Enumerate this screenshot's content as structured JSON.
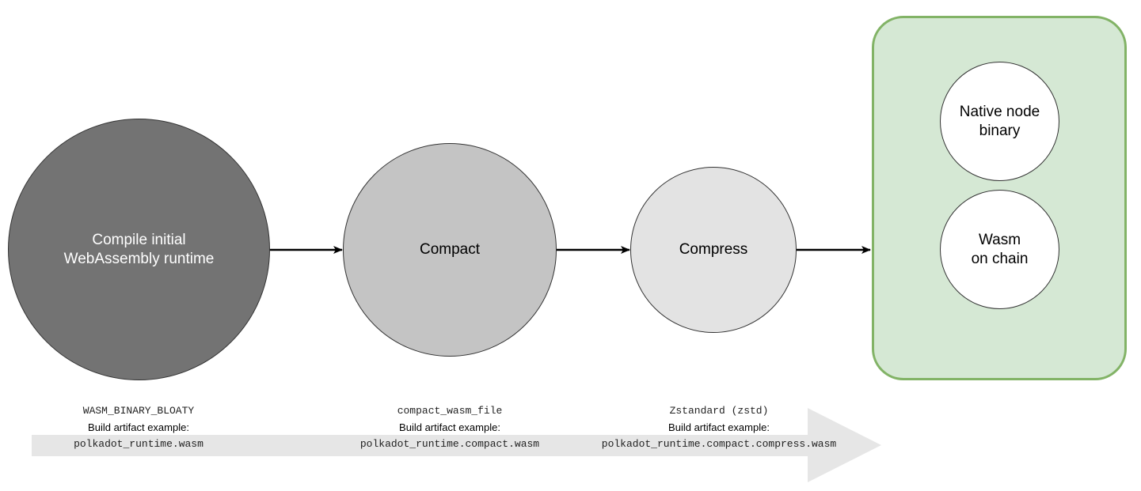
{
  "nodes": {
    "compile": {
      "label": "Compile initial\nWebAssembly runtime",
      "fill": "#737373",
      "text_color": "#ffffff"
    },
    "compact": {
      "label": "Compact",
      "fill": "#c4c4c4",
      "text_color": "#000000"
    },
    "compress": {
      "label": "Compress",
      "fill": "#e3e3e3",
      "text_color": "#000000"
    }
  },
  "targets": {
    "fill": "#d5e8d4",
    "border": "#82b366",
    "native": {
      "label": "Native node\nbinary"
    },
    "wasm": {
      "label": "Wasm\non chain"
    }
  },
  "captions": [
    {
      "key": "WASM_BINARY_BLOATY",
      "desc": "Build artifact example:",
      "artifact": "polkadot_runtime.wasm"
    },
    {
      "key": "compact_wasm_file",
      "desc": "Build artifact example:",
      "artifact": "polkadot_runtime.compact.wasm"
    },
    {
      "key": "Zstandard (zstd)",
      "desc": "Build artifact example:",
      "artifact": "polkadot_runtime.compact.compress.wasm"
    }
  ],
  "colors": {
    "arrow": "#000000",
    "band": "#e6e6e6"
  }
}
